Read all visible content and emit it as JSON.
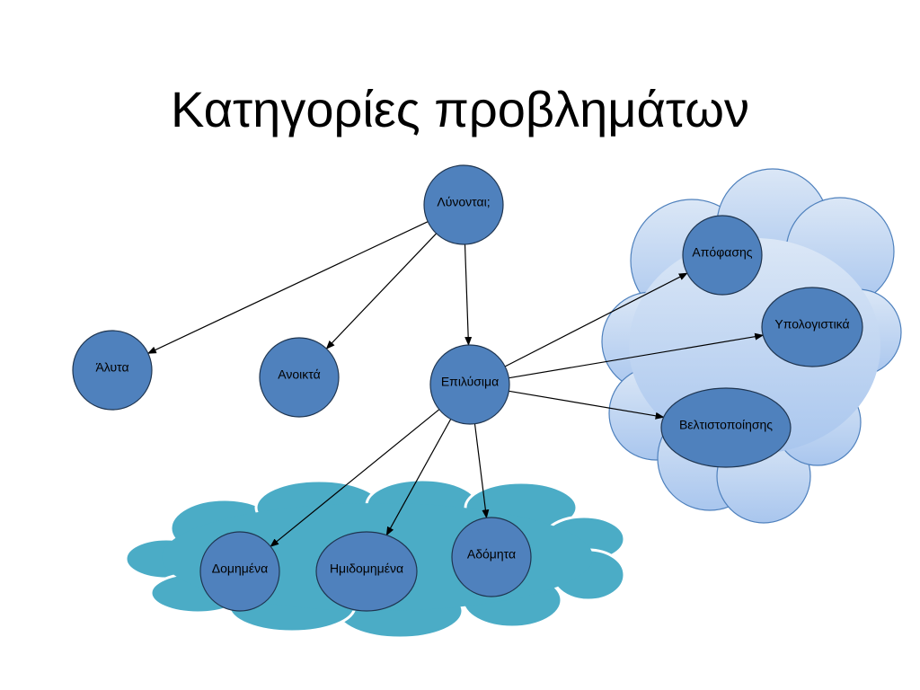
{
  "title": "Κατηγορίες προβλημάτων",
  "colors": {
    "node_fill": "#4f81bd",
    "node_stroke": "#1f3550",
    "cloud_light_fill": "#c5d9f1",
    "cloud_light_stroke": "#4f81bd",
    "cloud_teal_fill": "#4bacc6",
    "cloud_teal_stroke": "#ffffff",
    "arrow": "#000000"
  },
  "nodes": {
    "root": "Λύνονται;",
    "unsolvable": "Άλυτα",
    "open": "Ανοικτά",
    "solvable": "Επιλύσιμα",
    "decision": "Απόφασης",
    "computational": "Υπολογιστικά",
    "optimization": "Βελτιστοποίησης",
    "structured": "Δομημένα",
    "semi_structured": "Ημιδομημένα",
    "unstructured": "Αδόμητα"
  },
  "edges": [
    [
      "root",
      "unsolvable"
    ],
    [
      "root",
      "open"
    ],
    [
      "root",
      "solvable"
    ],
    [
      "solvable",
      "decision"
    ],
    [
      "solvable",
      "computational"
    ],
    [
      "solvable",
      "optimization"
    ],
    [
      "solvable",
      "structured"
    ],
    [
      "solvable",
      "semi_structured"
    ],
    [
      "solvable",
      "unstructured"
    ]
  ]
}
